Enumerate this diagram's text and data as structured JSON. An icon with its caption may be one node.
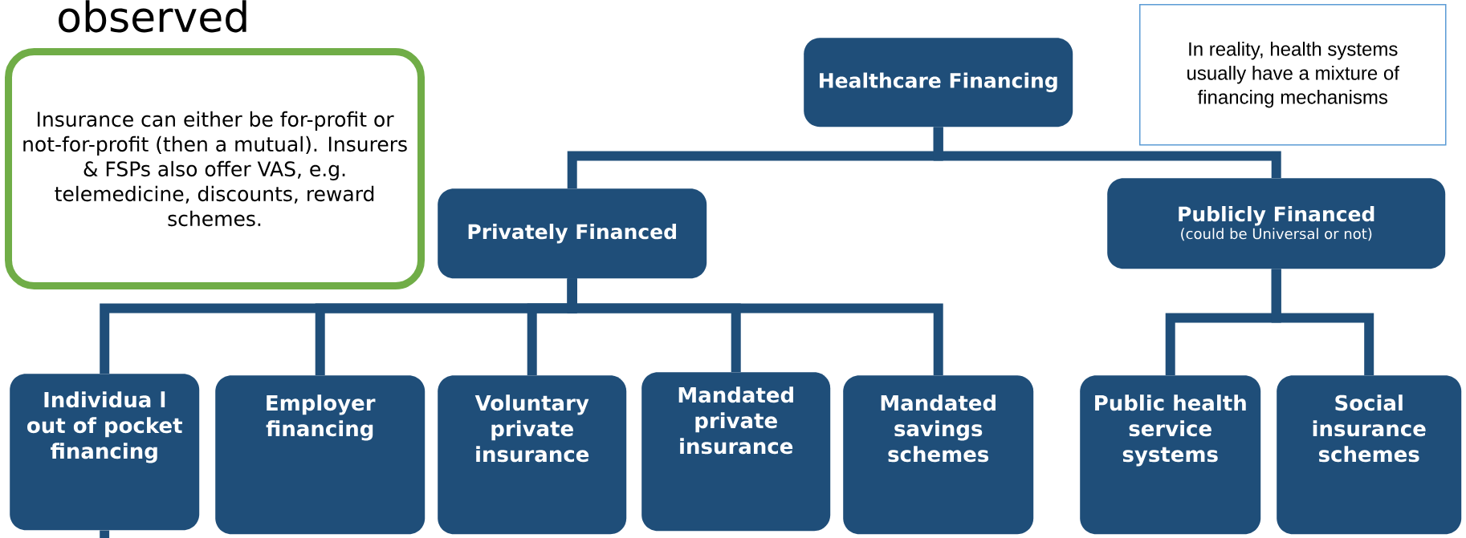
{
  "diagram": {
    "nodes": [
      {
        "text": [
          "Insurance can either be for-profit or not-for-profit (then a mutual). Insurers & FSPs also offer VAS, e.g. telemedicine, discounts, reward schemes."
        ]
      },
      {
        "text": [
          "Healthcare Financing"
        ]
      },
      {
        "text": [
          "In reality, health systems usually have a mixture of financing mechanisms"
        ]
      },
      {
        "text": [
          "Privately Financed"
        ]
      },
      {
        "text": [
          "Publicly Financed",
          "(could be Universal or not)"
        ]
      },
      {
        "text": [
          "Individua l out of pocket financing"
        ]
      },
      {
        "text": [
          "Employer financing"
        ]
      },
      {
        "text": [
          "Voluntary private insurance"
        ]
      },
      {
        "text": [
          "Mandated private insurance"
        ]
      },
      {
        "text": [
          "Mandated savings schemes"
        ]
      },
      {
        "text": [
          "Public health service systems"
        ]
      },
      {
        "text": [
          "Social insurance schemes"
        ]
      }
    ],
    "edges": [
      {
        "from": 1,
        "to": 3,
        "arrow": "none"
      },
      {
        "from": 1,
        "to": 4,
        "arrow": "none"
      },
      {
        "from": 3,
        "to": 5,
        "arrow": "none"
      },
      {
        "from": 3,
        "to": 6,
        "arrow": "none"
      },
      {
        "from": 3,
        "to": 7,
        "arrow": "none"
      },
      {
        "from": 3,
        "to": 8,
        "arrow": "none"
      },
      {
        "from": 3,
        "to": 9,
        "arrow": "none"
      },
      {
        "from": 4,
        "to": 10,
        "arrow": "none"
      },
      {
        "from": 4,
        "to": 11,
        "arrow": "none"
      },
      {
        "from": 5,
        "to": null,
        "arrow": "none"
      }
    ],
    "labels": [
      "observed"
    ]
  }
}
